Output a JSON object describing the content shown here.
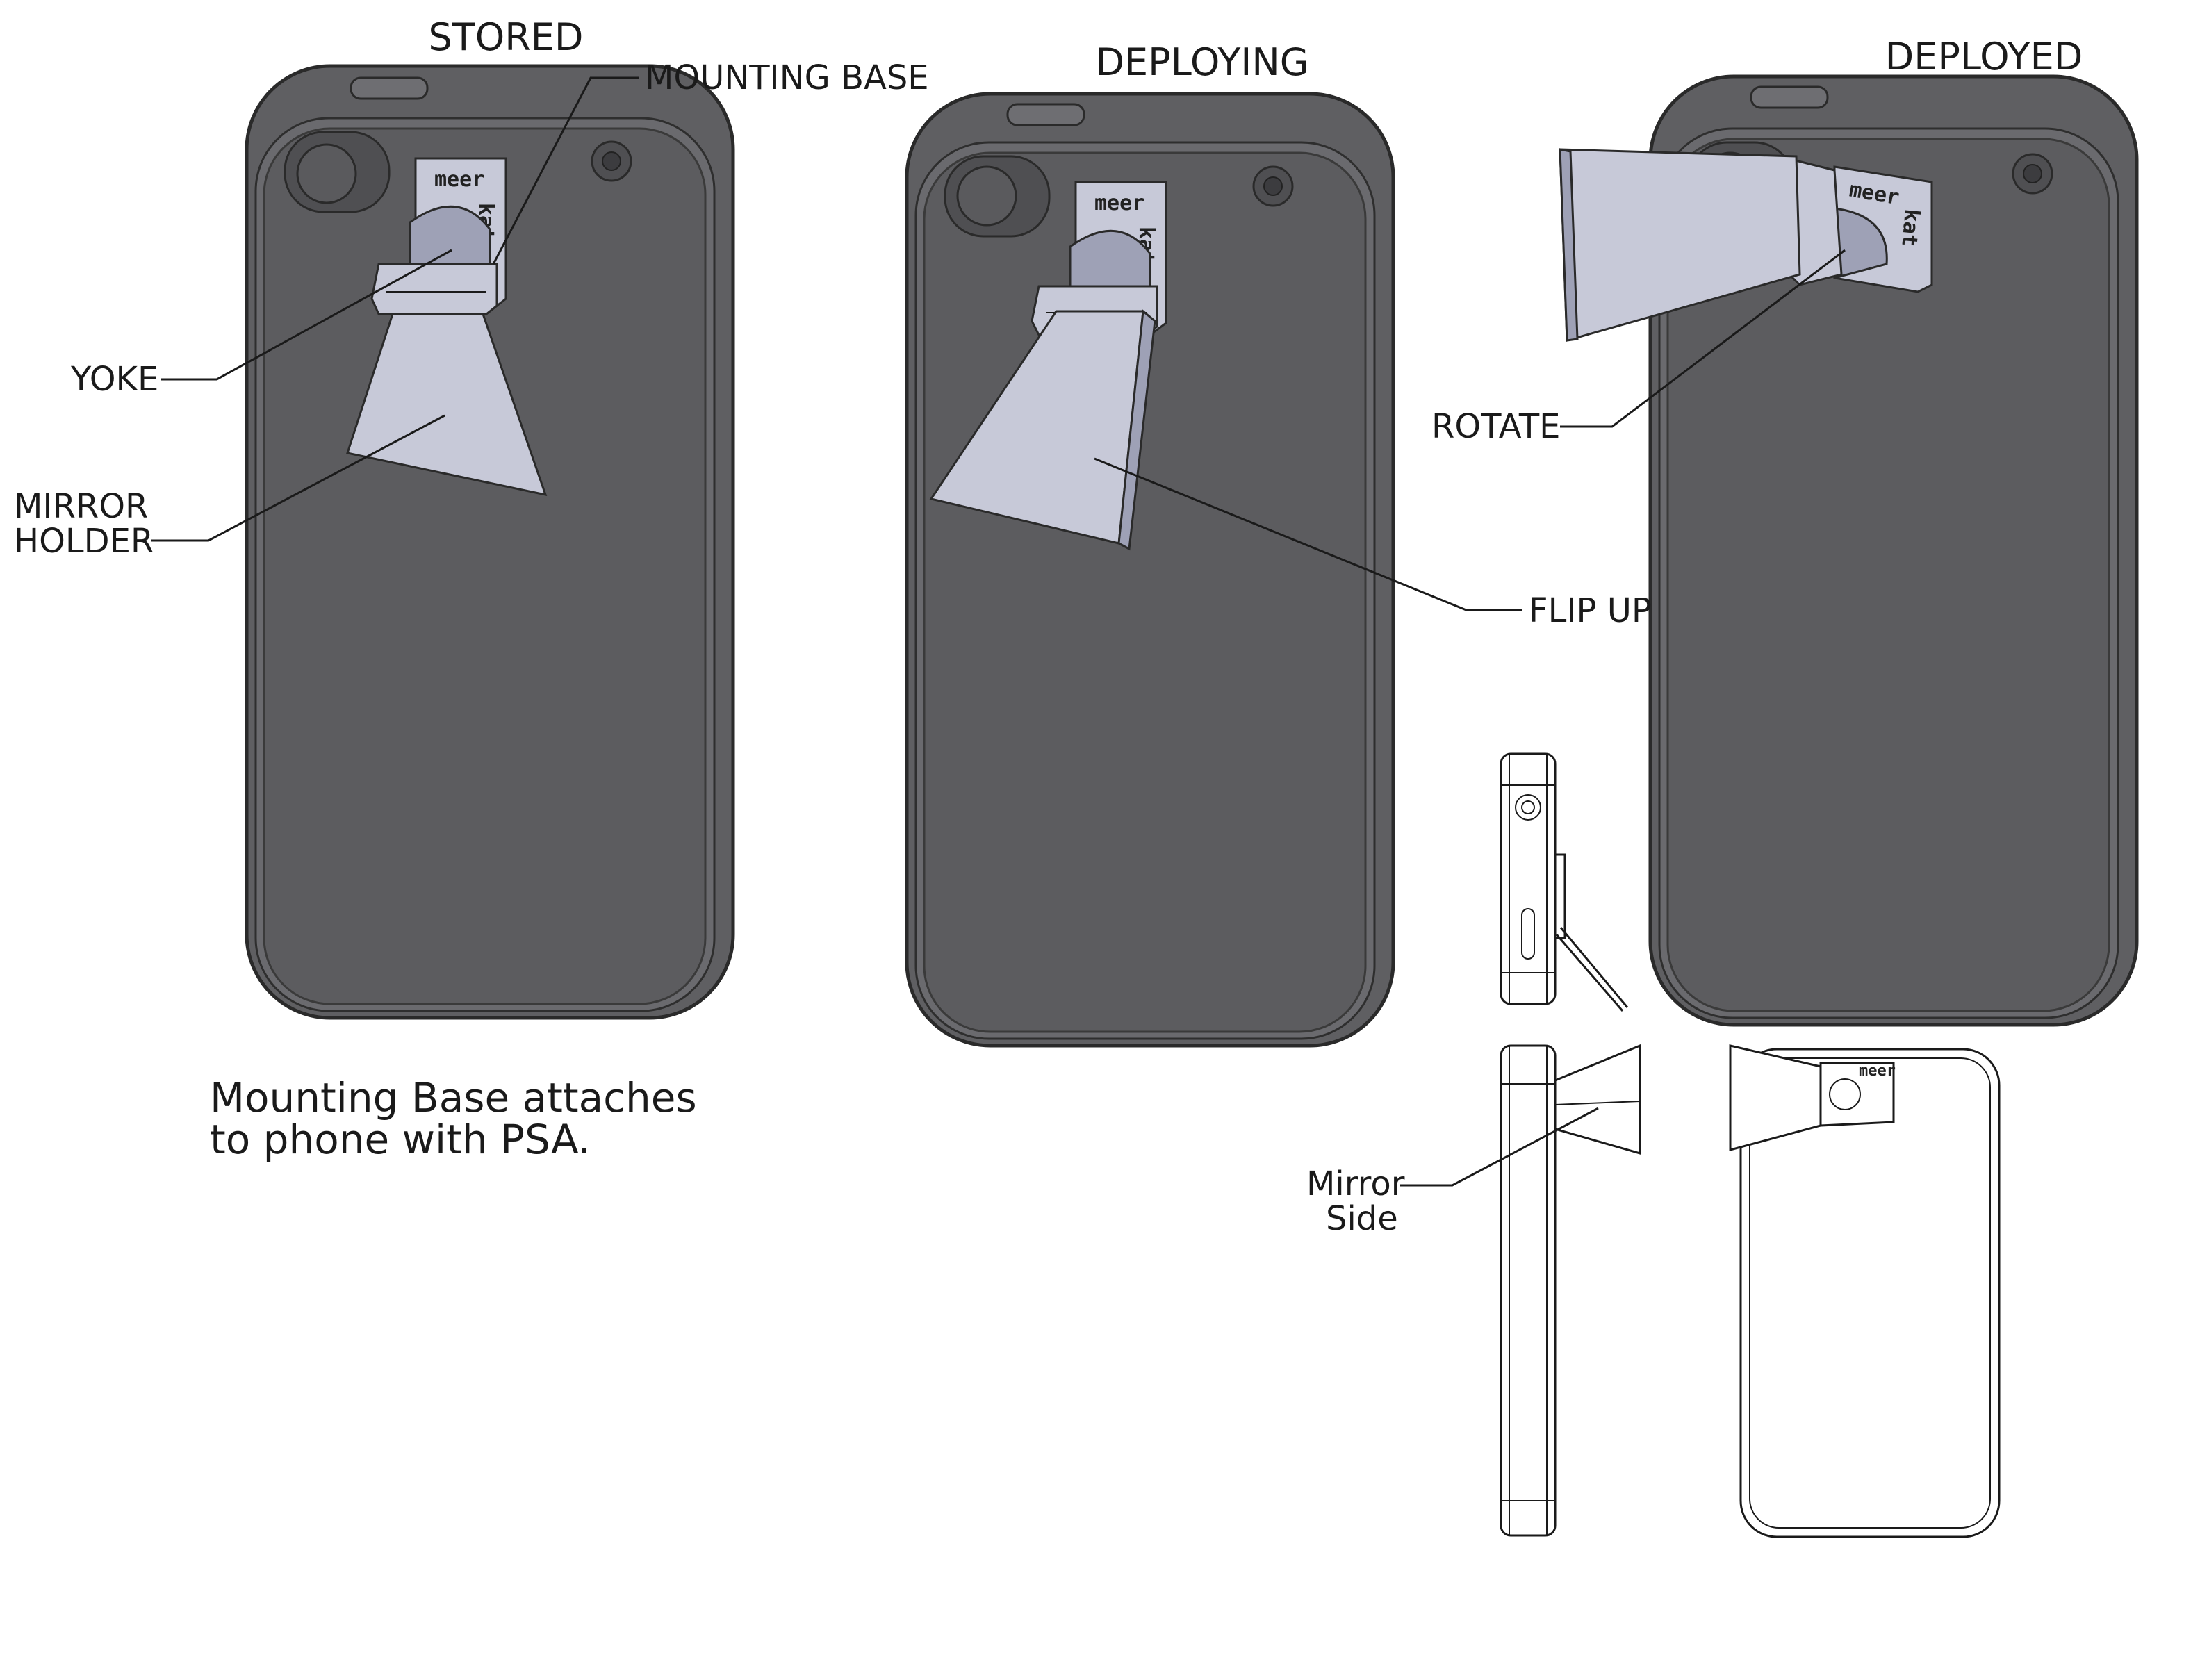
{
  "titles": {
    "stored": "STORED",
    "deploying": "DEPLOYING",
    "deployed": "DEPLOYED"
  },
  "callouts": {
    "mounting_base": "MOUNTING BASE",
    "yoke": "YOKE",
    "mirror_holder_line1": "MIRROR",
    "mirror_holder_line2": "HOLDER",
    "flip_up": "FLIP UP",
    "rotate": "ROTATE",
    "mirror_side_line1": "Mirror",
    "mirror_side_line2": "Side"
  },
  "note": {
    "line1": "Mounting Base attaches",
    "line2": "to phone with PSA."
  },
  "logo": {
    "word1": "meer",
    "word2": "kat"
  },
  "colors": {
    "phone_body": "#5f5f62",
    "mirror_holder": "#c7c9d8",
    "line": "#1a1a1a"
  }
}
